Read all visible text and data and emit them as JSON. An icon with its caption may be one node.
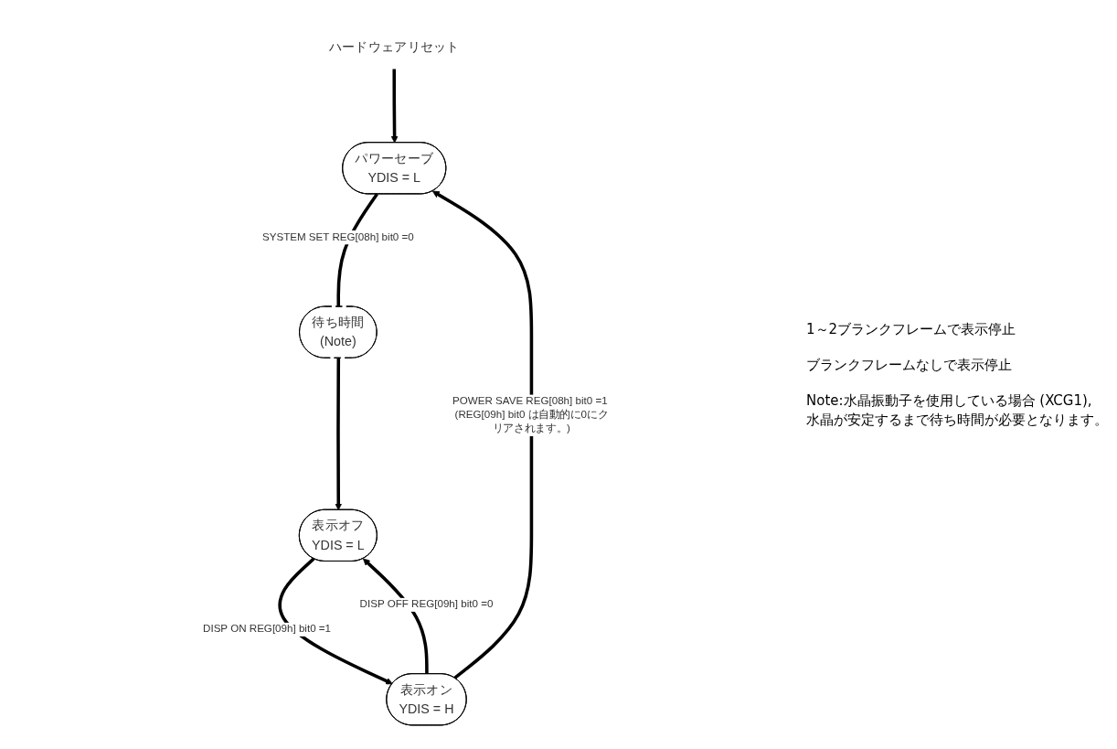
{
  "diagram": {
    "nodes": [
      {
        "text": [
          "ハードウェアリセット"
        ]
      },
      {
        "text": [
          "パワーセーブ",
          "YDIS = L"
        ]
      },
      {
        "text": [
          "待ち時間",
          "(Note)"
        ]
      },
      {
        "text": [
          "表示オフ",
          "YDIS = L"
        ]
      },
      {
        "text": [
          "表示オン",
          "YDIS = H"
        ]
      }
    ],
    "edges": [
      {
        "from": 0,
        "to": 1,
        "arrow": "to"
      },
      {
        "from": 1,
        "to": 2,
        "arrow": "none",
        "label": "SYSTEM SET REG[08h] bit0 =0"
      },
      {
        "from": 2,
        "to": 3,
        "arrow": "to"
      },
      {
        "from": 3,
        "to": 4,
        "arrow": "to",
        "label": "DISP ON REG[09h] bit0 =1"
      },
      {
        "from": 4,
        "to": 3,
        "arrow": "to",
        "label": "DISP OFF REG[09h] bit0 =0"
      },
      {
        "from": 4,
        "to": 1,
        "arrow": "to",
        "label": "POWER SAVE REG[08h] bit0 =1 (REG[09h] bit0 は自動的に0にクリアされます。)"
      }
    ],
    "labels": [
      "1～2ブランクフレームで表示停止",
      "ブランクフレームなしで表示停止",
      "Note:水晶振動子を使用している場合 (XCG1), 水晶が安定するまで待ち時間が必要となります。"
    ]
  }
}
